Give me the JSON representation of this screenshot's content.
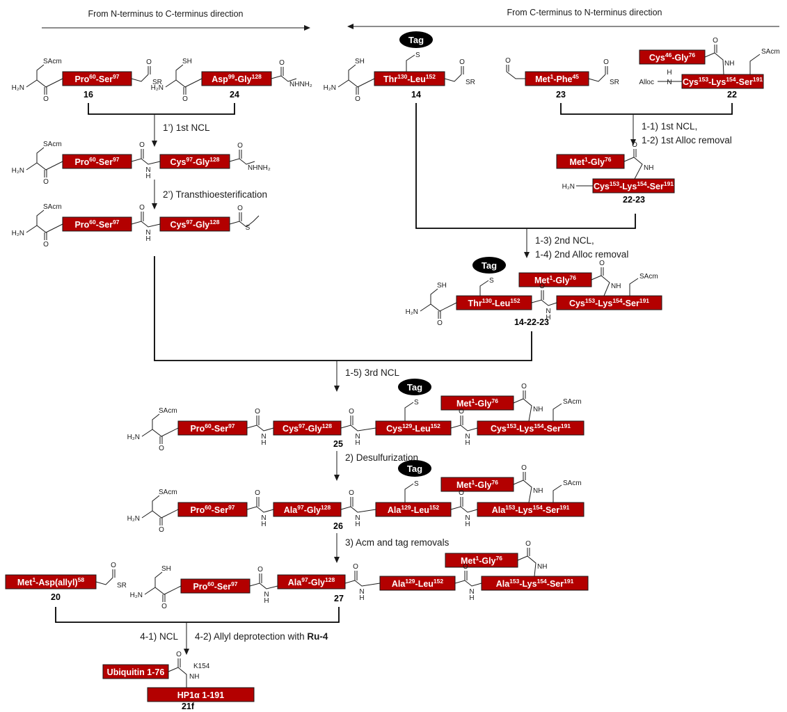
{
  "header": {
    "left_direction": "From N-terminus to C-terminus direction",
    "right_direction": "From C-terminus to N-terminus direction"
  },
  "compounds": {
    "c16": "16",
    "c24": "24",
    "c14": "14",
    "c23": "23",
    "c22": "22",
    "c22_23": "22-23",
    "c14_22_23": "14-22-23",
    "c25": "25",
    "c26": "26",
    "c27": "27",
    "c20": "20",
    "c21f": "21f"
  },
  "steps": {
    "s1p": "1’) 1st NCL",
    "s2p": "2’) Transthioesterification",
    "s11": "1-1) 1st NCL,",
    "s12": "1-2) 1st Alloc removal",
    "s13": "1-3) 2nd NCL,",
    "s14": "1-4) 2nd Alloc removal",
    "s15": "1-5) 3rd NCL",
    "s2": "2) Desulfurization",
    "s3": "3) Acm and tag removals",
    "s41": "4-1) NCL",
    "s42_prefix": "4-2) Allyl deprotection with ",
    "s42_reagent": "Ru-4"
  },
  "tag": "Tag",
  "chem": {
    "SAcm": "SAcm",
    "SH": "SH",
    "H2N": "H₂N",
    "O": "O",
    "SR": "SR",
    "S": "S",
    "NH": "NH",
    "H": "H",
    "N": "N",
    "hydrazide": "NHNH₂",
    "AllocHN": "AllocHN",
    "Alloc": "Alloc",
    "K154": "K154"
  },
  "segments": {
    "pro_ser": {
      "a": "Pro",
      "a_n": "60",
      "b": "-Ser",
      "b_n": "97"
    },
    "asp_gly": {
      "a": "Asp",
      "a_n": "99",
      "b": "-Gly",
      "b_n": "128"
    },
    "cys_gly": {
      "a": "Cys",
      "a_n": "97",
      "b": "-Gly",
      "b_n": "128"
    },
    "thr_leu": {
      "a": "Thr",
      "a_n": "130",
      "b": "-Leu",
      "b_n": "152"
    },
    "met_phe": {
      "a": "Met",
      "a_n": "1",
      "b": "-Phe",
      "b_n": "45"
    },
    "cys_gly46": {
      "a": "Cys",
      "a_n": "46",
      "b": "-Gly",
      "b_n": "76"
    },
    "cys_lys_ser": {
      "a": "Cys",
      "a_n": "153",
      "b": "-Lys",
      "b_n": "154",
      "c": "-Ser",
      "c_n": "191"
    },
    "met_gly": {
      "a": "Met",
      "a_n": "1",
      "b": "-Gly",
      "b_n": "76"
    },
    "cys_leu": {
      "a": "Cys",
      "a_n": "129",
      "b": "-Leu",
      "b_n": "152"
    },
    "ala_gly": {
      "a": "Ala",
      "a_n": "97",
      "b": "-Gly",
      "b_n": "128"
    },
    "ala_leu": {
      "a": "Ala",
      "a_n": "129",
      "b": "-Leu",
      "b_n": "152"
    },
    "ala_lys_ser": {
      "a": "Ala",
      "a_n": "153",
      "b": "-Lys",
      "b_n": "154",
      "c": "-Ser",
      "c_n": "191"
    },
    "met_asp": {
      "a": "Met",
      "a_n": "1",
      "b": "-Asp(allyl)",
      "b_n": "58"
    },
    "ubiquitin": {
      "a": "Ubiquitin 1-76"
    },
    "hp1a": {
      "a": "HP1α 1-191"
    }
  },
  "colors": {
    "segment_fill": "#b30000",
    "segment_text": "#ffffff",
    "tag_fill": "#000000"
  }
}
